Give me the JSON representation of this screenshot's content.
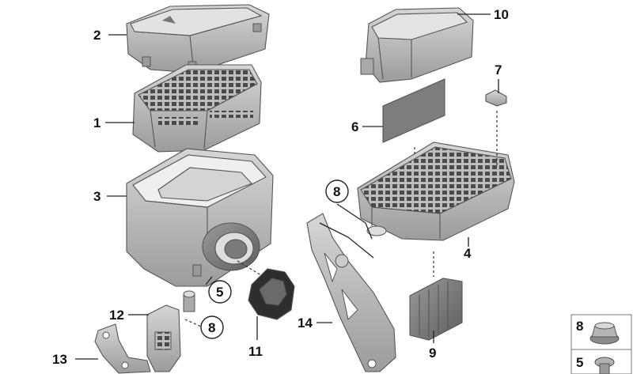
{
  "labels": {
    "p1": "1",
    "p2": "2",
    "p3": "3",
    "p4": "4",
    "p5": "5",
    "p6": "6",
    "p7": "7",
    "p8": "8",
    "p9": "9",
    "p10": "10",
    "p11": "11",
    "p12": "12",
    "p13": "13",
    "p14": "14",
    "p5_circled": "5",
    "p8_circled_a": "8",
    "p8_circled_b": "8"
  },
  "legend": {
    "k1": "8",
    "k2": "5"
  },
  "colors": {
    "part_fill": "#b9b9b9",
    "part_dark": "#8a8a8a",
    "part_light": "#dcdcdc",
    "line": "#222222",
    "background": "#ffffff"
  }
}
